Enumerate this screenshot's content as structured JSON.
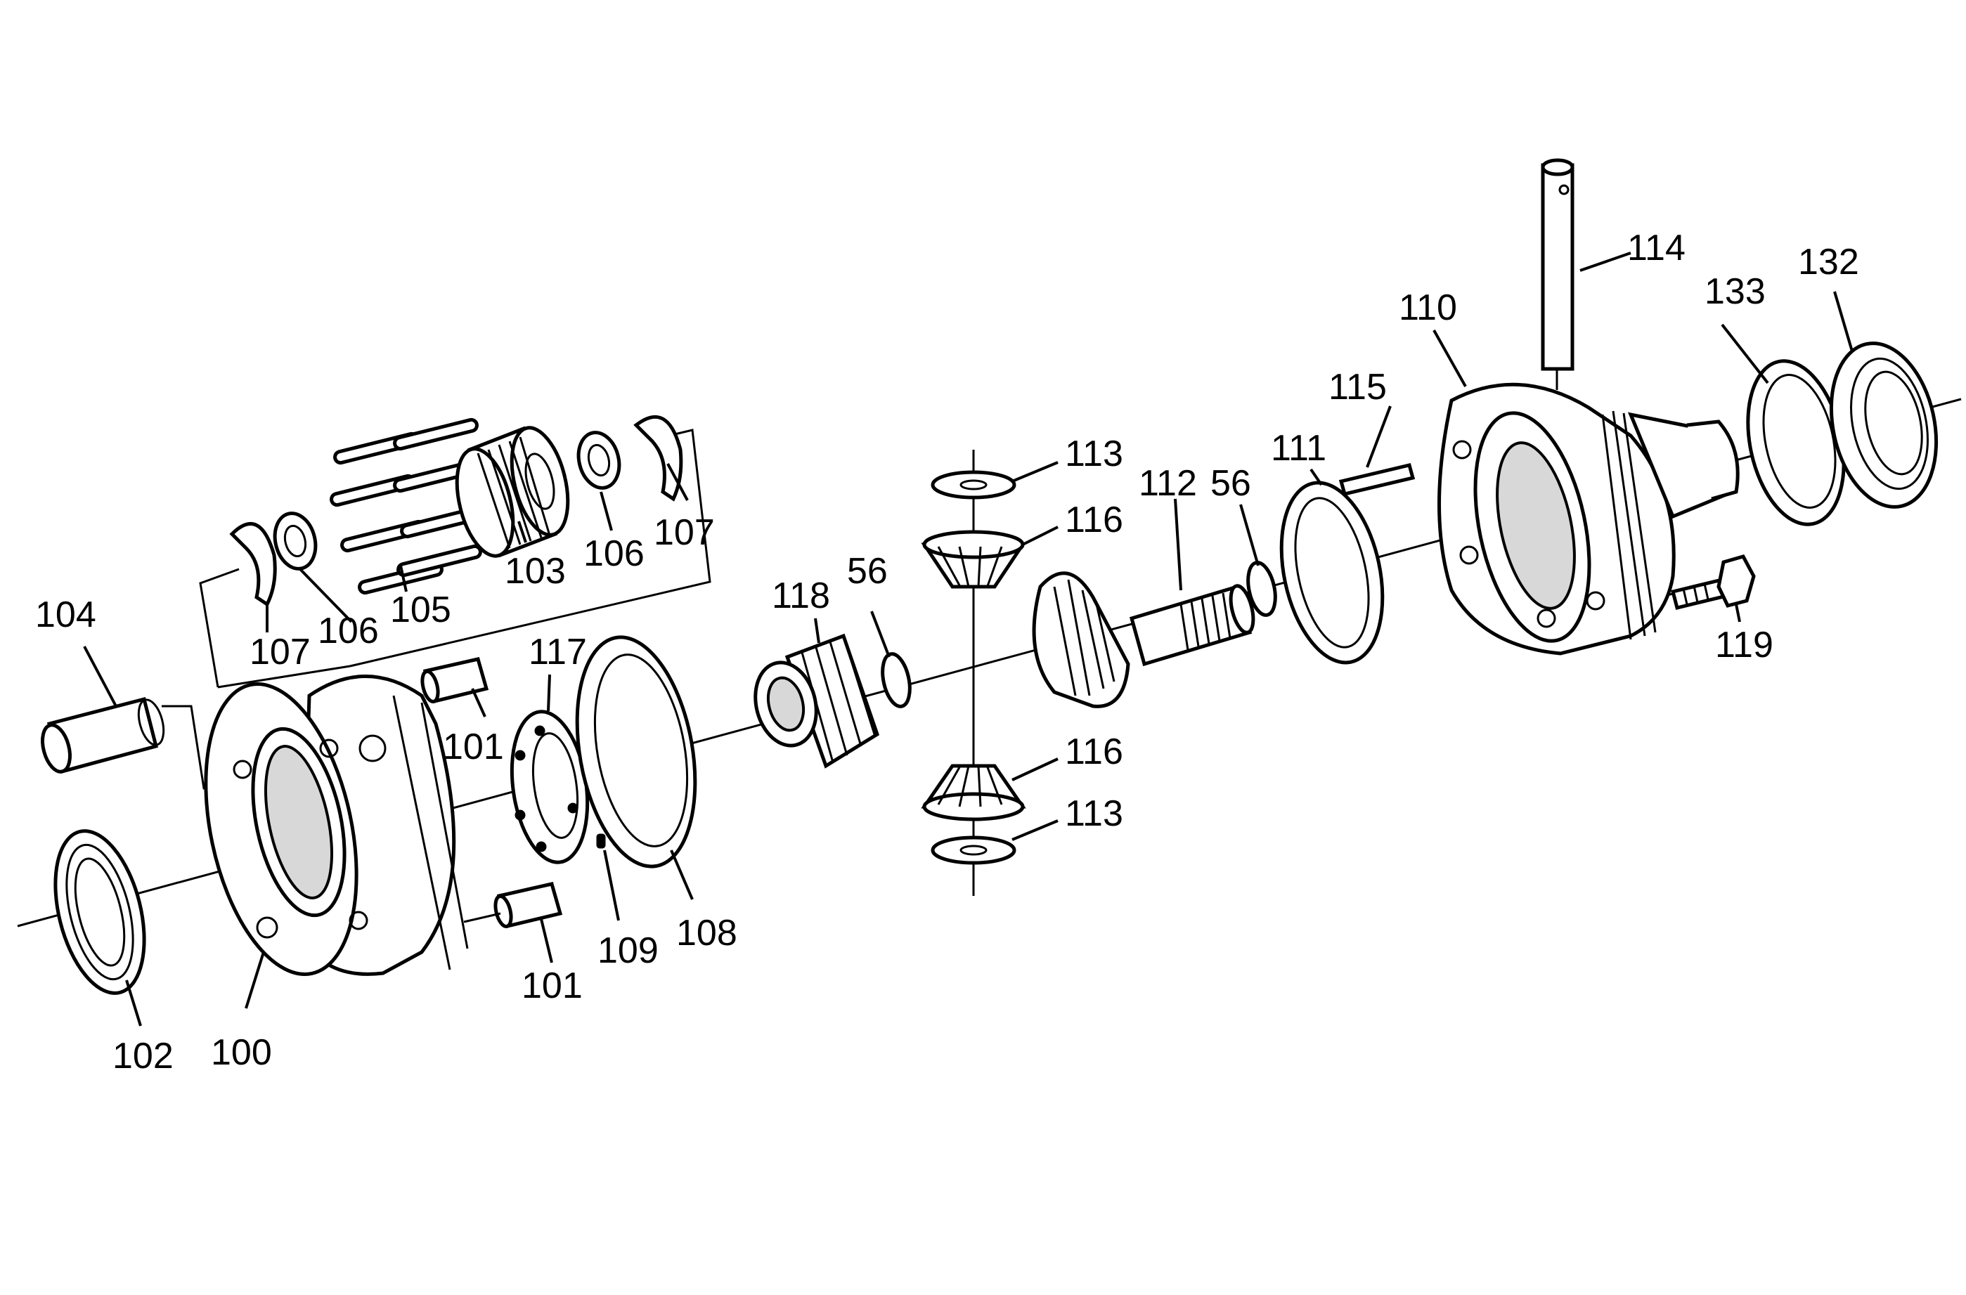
{
  "callouts": {
    "c100": "100",
    "c101a": "101",
    "c101b": "101",
    "c102": "102",
    "c103": "103",
    "c104": "104",
    "c105": "105",
    "c106a": "106",
    "c106b": "106",
    "c107a": "107",
    "c107b": "107",
    "c108": "108",
    "c109": "109",
    "c110": "110",
    "c111": "111",
    "c112": "112",
    "c113a": "113",
    "c113b": "113",
    "c114": "114",
    "c115": "115",
    "c116a": "116",
    "c116b": "116",
    "c117": "117",
    "c118": "118",
    "c119": "119",
    "c132": "132",
    "c133": "133",
    "c56a": "56",
    "c56b": "56"
  }
}
